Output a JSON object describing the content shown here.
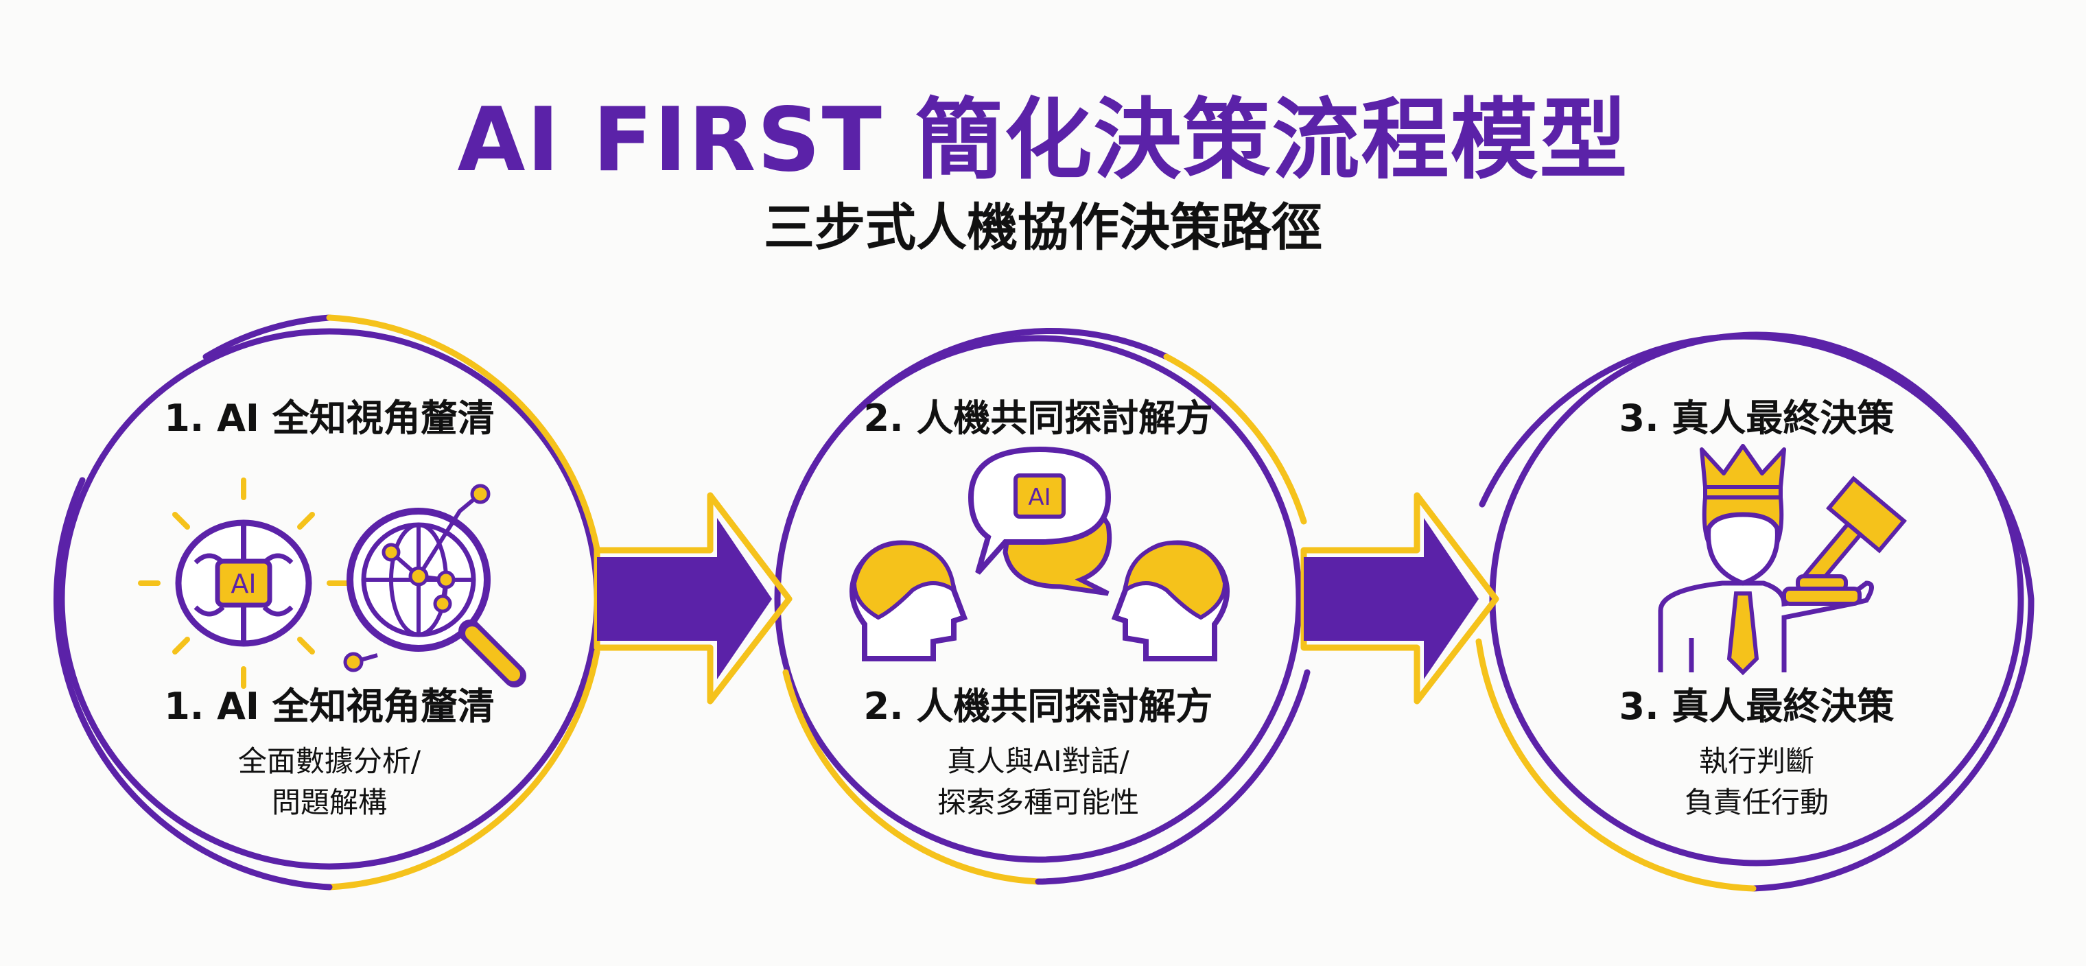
{
  "title": "AI FIRST 簡化決策流程模型",
  "subtitle": "三步式人機協作決策路徑",
  "colors": {
    "purple": "#5b22a8",
    "yellow": "#f5c21b",
    "text": "#111111"
  },
  "steps": [
    {
      "heading": "1. AI 全知視角釐清",
      "caption_title": "1. AI 全知視角釐清",
      "lines": [
        "全面數據分析/",
        "問題解構"
      ],
      "icons": [
        "brain-ai-icon",
        "globe-search-icon"
      ],
      "chip": "AI"
    },
    {
      "heading": "2. 人機共同探討解方",
      "caption_title": "2. 人機共同探討解方",
      "lines": [
        "真人與AI對話/",
        "探索多種可能性"
      ],
      "icons": [
        "human-head-icon",
        "chat-bubble-ai-icon",
        "human-head-icon"
      ],
      "chip": "AI"
    },
    {
      "heading": "3. 真人最終決策",
      "caption_title": "3. 真人最終決策",
      "lines": [
        "執行判斷",
        "負責任行動"
      ],
      "icons": [
        "crowned-person-icon",
        "gavel-icon"
      ]
    }
  ]
}
